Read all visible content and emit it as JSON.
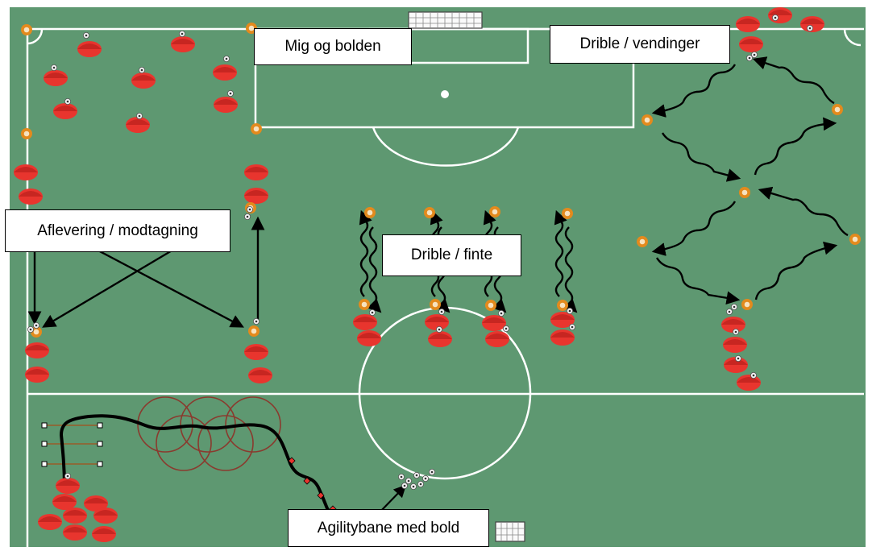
{
  "colors": {
    "pitch": "#5e9871",
    "lines": "#ffffff",
    "player": "#e8352e",
    "cone": "#e38a1d",
    "arrow": "#000000",
    "hoops": "#8a3a2e"
  },
  "icons": [
    "goal-icon",
    "player-icon",
    "cone-icon",
    "ball-icon",
    "hurdle-icon",
    "hoop-icon"
  ],
  "labels": {
    "mig_og_bolden": "Mig og bolden",
    "drible_vendinger": "Drible / vendinger",
    "aflevering_modtagning": "Aflevering / modtagning",
    "drible_finte": "Drible / finte",
    "agilitybane": "Agilitybane med bold"
  }
}
